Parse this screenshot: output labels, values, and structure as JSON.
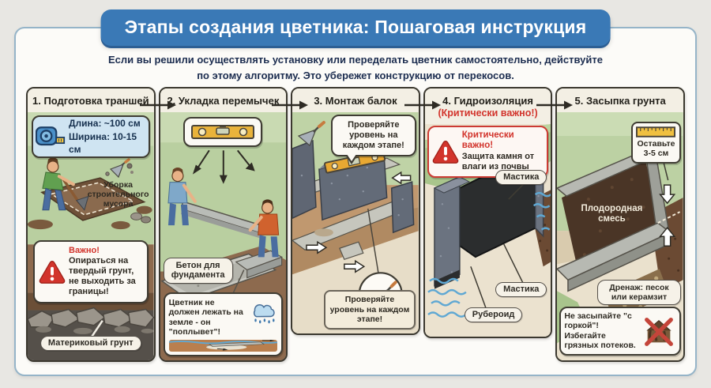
{
  "header": {
    "title": "Этапы создания цветника: Пошаговая инструкция"
  },
  "intro": {
    "line1": "Если вы решили осуществлять установку или переделать цветник самостоятельно, действуйте",
    "line2": "по этому алгоритму. Это убережет конструкцию от перекосов."
  },
  "colors": {
    "header_bg": "#3a79b6",
    "accent_red": "#d2342c",
    "card_border": "#95b4c8",
    "panel_border": "#3b382f",
    "callout_blue_bg": "#cfe4f2",
    "grass_green": "#b9cfa0",
    "soil_brown": "#8d6a4e",
    "water_blue": "#5fa8d3",
    "mastic_black": "#2b2d2e"
  },
  "icons": {
    "tape_measure": "tape-measure-icon",
    "warning_triangle": "warning-triangle-icon",
    "spirit_level": "spirit-level-icon",
    "trowel": "trowel-icon",
    "rain_cloud": "rain-cloud-icon",
    "ruler": "ruler-icon",
    "crossed_mound": "crossed-mound-icon",
    "flow_arrow": "flow-arrow-icon"
  },
  "panels": [
    {
      "title": "1. Подготовка траншей",
      "measure_line1": "Длина: ~100 см",
      "measure_line2": "Ширина: 10-15 см",
      "debris_note": "Уборка строительного мусора",
      "warning_head": "Важно!",
      "warning_text": " Опираться на твердый грунт, не выходить за границы!",
      "bedrock_label": "Материковый грунт"
    },
    {
      "title": "2. Укладка перемычек",
      "concrete_label": "Бетон для фундамента",
      "float_warning": "Цветник не должен лежать на земле - он \"поплывет\"!"
    },
    {
      "title": "3. Монтаж балок",
      "level_bubble": "Проверяйте уровень на каждом этапе!",
      "level_note": "Проверяйте уровень на каждом этапе!"
    },
    {
      "title": "4. Гидроизоляция",
      "subtitle": "(Критически важно!)",
      "critical_head": "Критически важно!",
      "critical_text": "Защита камня от влаги из почвы",
      "mastic_label_top": "Мастика",
      "mastic_label_bottom": "Мастика",
      "ruberoid_label": "Рубероид"
    },
    {
      "title": "5. Засыпка грунта",
      "gap_note": "Оставьте 3-5 см",
      "fertile_label": "Плодородная смесь",
      "drainage_label": "Дренаж: песок или керамзит",
      "mound_warning": "Не засыпайте \"с горкой\"! Избегайте грязных потеков."
    }
  ]
}
